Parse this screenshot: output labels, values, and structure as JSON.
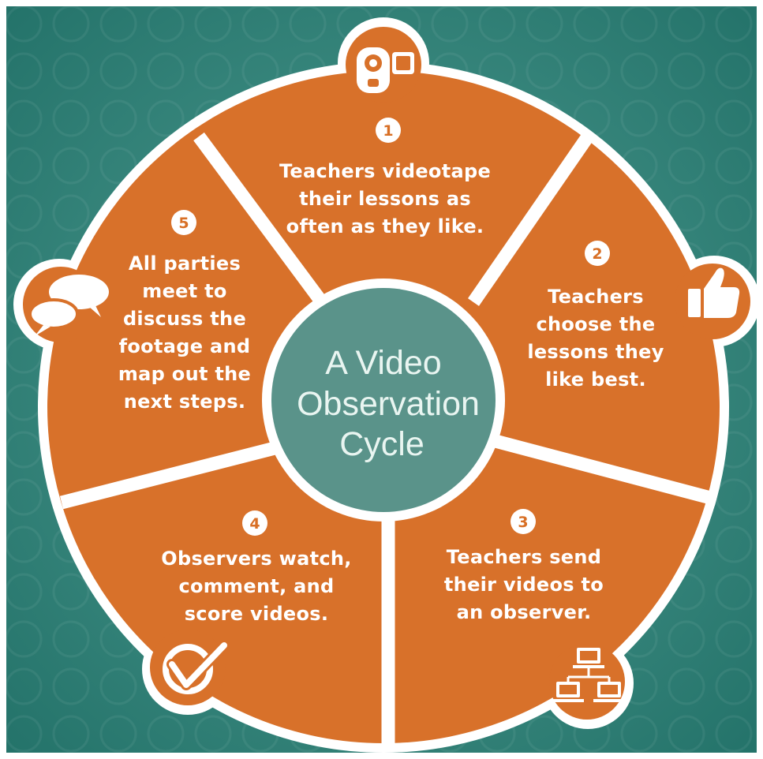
{
  "diagram": {
    "title_lines": [
      "A Video",
      "Observation",
      "Cycle"
    ],
    "steps": [
      {
        "number": "1",
        "lines": [
          "Teachers videotape",
          "their lessons as",
          "often as they like."
        ],
        "icon": "video-camera-icon"
      },
      {
        "number": "2",
        "lines": [
          "Teachers",
          "choose the",
          "lessons they",
          "like best."
        ],
        "icon": "thumbs-up-icon"
      },
      {
        "number": "3",
        "lines": [
          "Teachers send",
          "their videos to",
          "an observer."
        ],
        "icon": "network-computers-icon"
      },
      {
        "number": "4",
        "lines": [
          "Observers watch,",
          "comment, and",
          "score videos."
        ],
        "icon": "checkmark-icon"
      },
      {
        "number": "5",
        "lines": [
          "All parties",
          "meet to",
          "discuss the",
          "footage and",
          "map out the",
          "next steps."
        ],
        "icon": "speech-bubbles-icon"
      }
    ]
  },
  "colors": {
    "background": "#2f8077",
    "segment": "#d8712a",
    "center": "#5a938a",
    "divider": "#ffffff"
  }
}
